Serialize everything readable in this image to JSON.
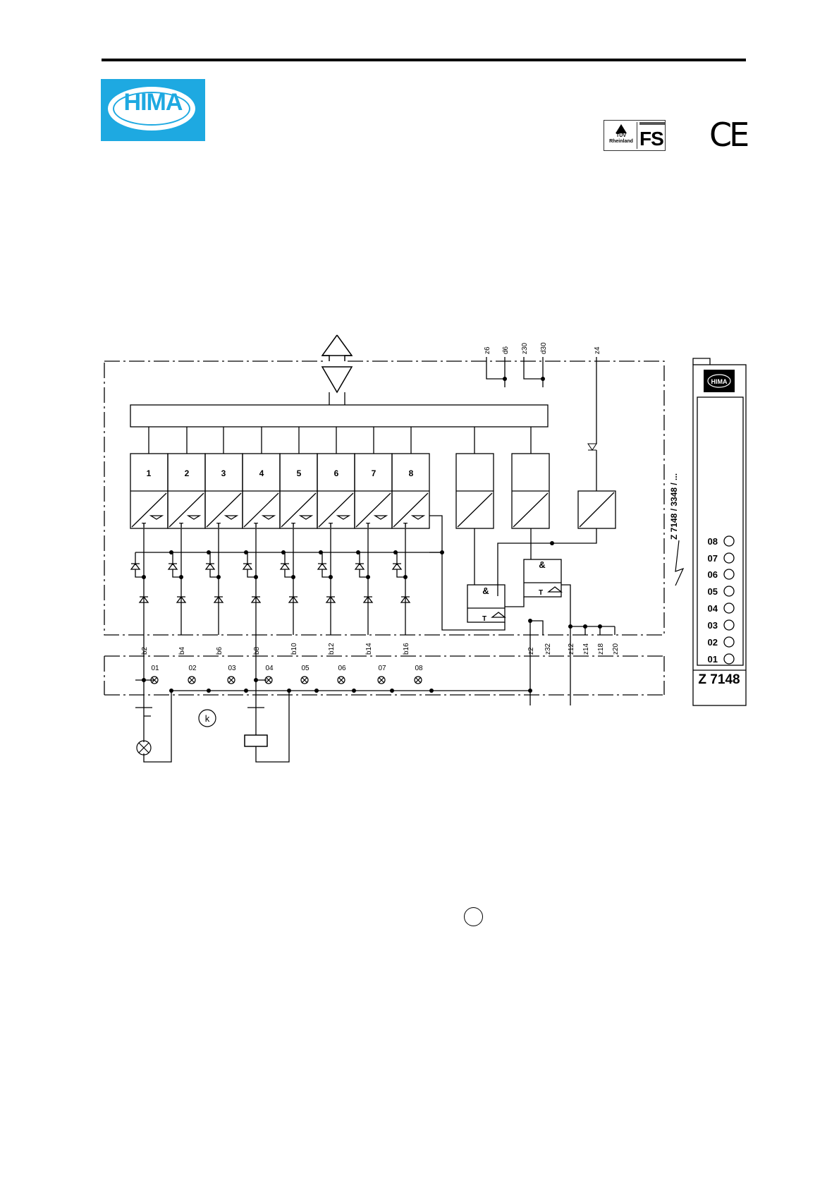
{
  "header": {
    "logo_text": "HIMA",
    "cert_tuv_line1": "TÜV",
    "cert_tuv_line2": "Rheinland",
    "cert_fs": "FS",
    "ce_mark": "CE"
  },
  "schematic": {
    "channel_numbers": [
      "1",
      "2",
      "3",
      "4",
      "5",
      "6",
      "7",
      "8"
    ],
    "top_pins": [
      "z6",
      "d6",
      "z30",
      "d30",
      "z4"
    ],
    "bottom_pins": [
      "b2",
      "b4",
      "b6",
      "b8",
      "b10",
      "b12",
      "b14",
      "b16",
      "z2",
      "z32",
      "z12",
      "z14",
      "z18",
      "z20"
    ],
    "output_labels": [
      "01",
      "02",
      "03",
      "04",
      "05",
      "06",
      "07",
      "08"
    ],
    "gate_symbol": "&",
    "gate_t": "T",
    "relay_label": "k",
    "side_label": "Z 7148 / 3348 / ..."
  },
  "module": {
    "badge": "HIMA",
    "leds": [
      "08",
      "07",
      "06",
      "05",
      "04",
      "03",
      "02",
      "01"
    ],
    "name": "Z 7148"
  }
}
